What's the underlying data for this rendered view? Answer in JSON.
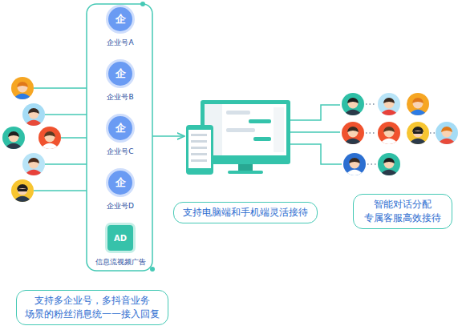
{
  "diagram": {
    "nodes": [
      {
        "text": [
          "企",
          "企业号A"
        ]
      },
      {
        "text": [
          "企",
          "企业号B"
        ]
      },
      {
        "text": [
          "企",
          "企业号C"
        ]
      },
      {
        "text": [
          "企",
          "企业号D"
        ]
      },
      {
        "text": [
          "AD",
          "信息流视频广告"
        ]
      },
      {
        "text": [
          "支持多企业号，多抖音业务 场景的粉丝消息统一一接入回复"
        ]
      },
      {
        "text": [
          "支持电脑端和手机端灵活接待"
        ]
      },
      {
        "text": [
          "智能对话分配 专属客服高效接待"
        ]
      }
    ]
  }
}
